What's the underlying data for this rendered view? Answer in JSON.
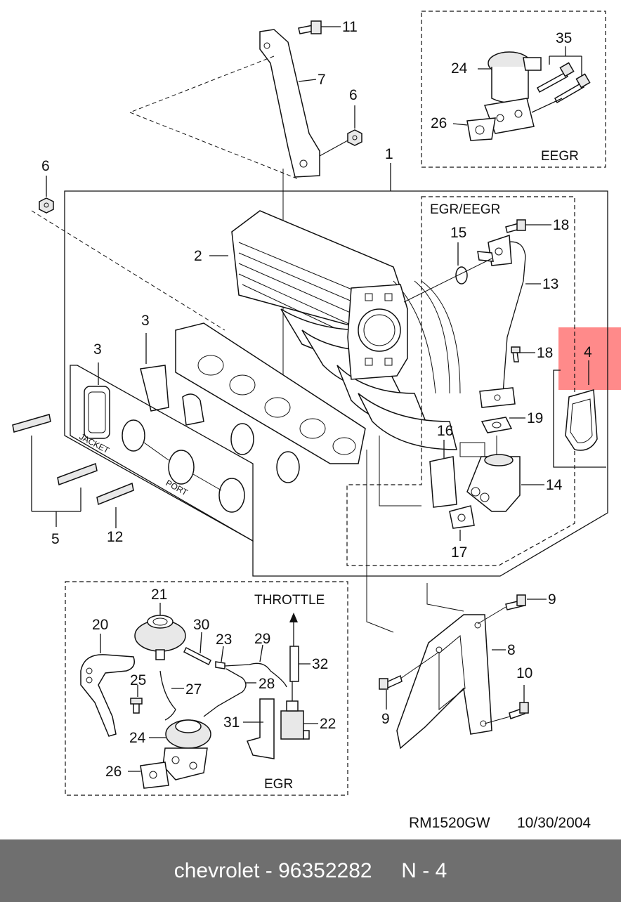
{
  "diagram": {
    "ref_code": "RM1520GW",
    "ref_date": "10/30/2004",
    "box_labels": {
      "eegr": "EEGR",
      "egr_eegr": "EGR/EEGR",
      "egr": "EGR",
      "throttle": "THROTTLE",
      "jacket": "JACKET",
      "port": "PORT"
    },
    "callouts": {
      "n1": "1",
      "n2": "2",
      "n3a": "3",
      "n3b": "3",
      "n4": "4",
      "n5": "5",
      "n6a": "6",
      "n6b": "6",
      "n7": "7",
      "n8": "8",
      "n9a": "9",
      "n9b": "9",
      "n10": "10",
      "n11": "11",
      "n12": "12",
      "n13": "13",
      "n14": "14",
      "n15": "15",
      "n16": "16",
      "n17": "17",
      "n18a": "18",
      "n18b": "18",
      "n19": "19",
      "n20": "20",
      "n21": "21",
      "n22": "22",
      "n23": "23",
      "n24a": "24",
      "n24b": "24",
      "n25": "25",
      "n26a": "26",
      "n26b": "26",
      "n27": "27",
      "n28": "28",
      "n29": "29",
      "n30": "30",
      "n31": "31",
      "n32": "32",
      "n35": "35"
    },
    "highlight_color": "#ff8a8a"
  },
  "footer": {
    "text": "chevrolet - 96352282     N - 4",
    "background": "#6f6f6f"
  }
}
